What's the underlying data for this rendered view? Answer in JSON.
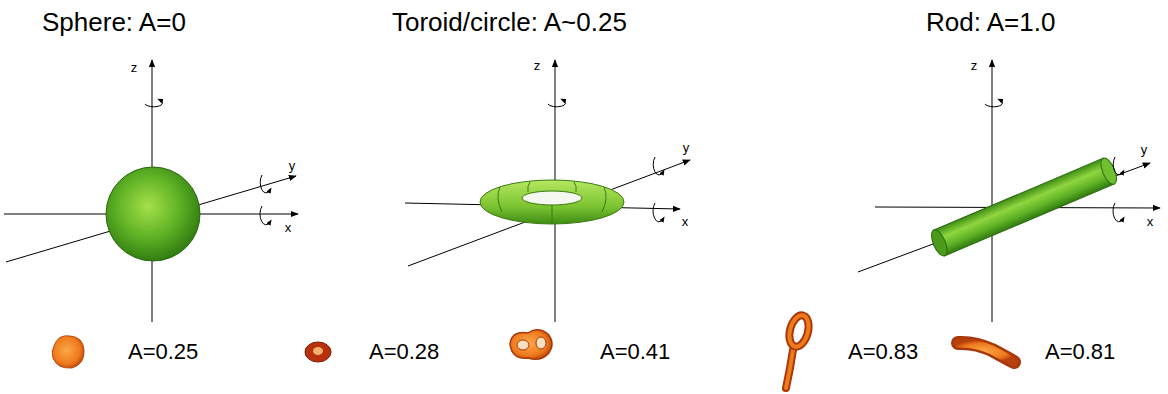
{
  "diagram": {
    "labels": [
      "Sphere: A=0",
      "Toroid/circle: A~0.25",
      "Rod: A=1.0",
      "z",
      "y",
      "x",
      "z",
      "y",
      "x",
      "z",
      "y",
      "x",
      "A=0.25",
      "A=0.28",
      "A=0.41",
      "A=0.83",
      "A=0.81"
    ]
  }
}
